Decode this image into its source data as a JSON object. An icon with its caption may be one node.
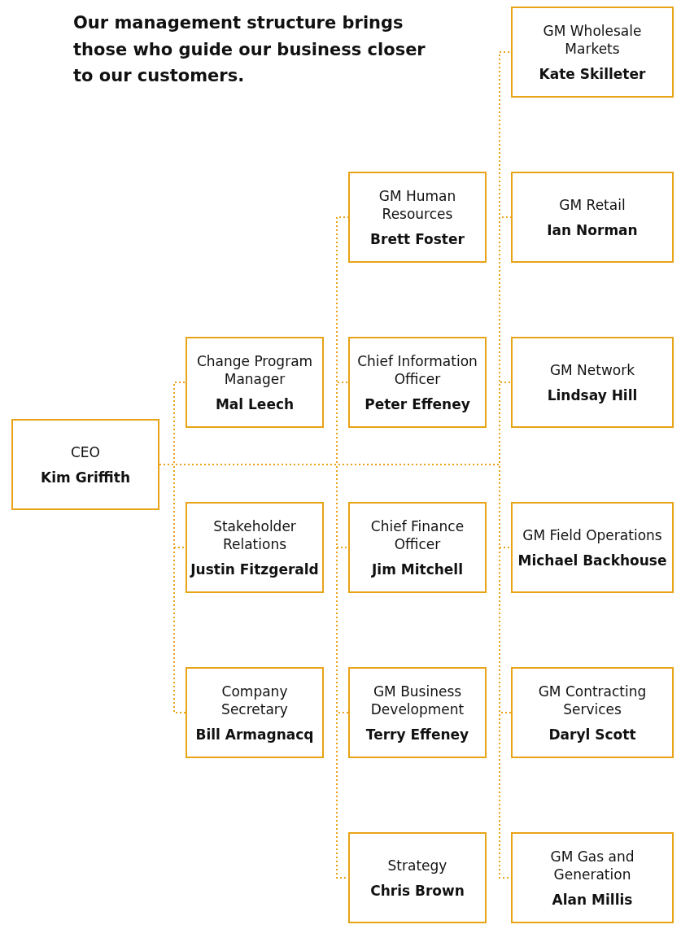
{
  "diagram": {
    "title": "Our management structure brings those who guide our business closer to our customers.",
    "nodes": [
      {
        "text": [
          "CEO",
          "Kim Griffith"
        ]
      },
      {
        "text": [
          "Change Program Manager",
          "Mal Leech"
        ]
      },
      {
        "text": [
          "Stakeholder Relations",
          "Justin Fitzgerald"
        ]
      },
      {
        "text": [
          "Company Secretary",
          "Bill Armagnacq"
        ]
      },
      {
        "text": [
          "GM Human Resources",
          "Brett Foster"
        ]
      },
      {
        "text": [
          "Chief Information Officer",
          "Peter Effeney"
        ]
      },
      {
        "text": [
          "Chief Finance Officer",
          "Jim Mitchell"
        ]
      },
      {
        "text": [
          "GM Business Development",
          "Terry Effeney"
        ]
      },
      {
        "text": [
          "Strategy",
          "Chris Brown"
        ]
      },
      {
        "text": [
          "GM Wholesale Markets",
          "Kate Skilleter"
        ]
      },
      {
        "text": [
          "GM Retail",
          "Ian Norman"
        ]
      },
      {
        "text": [
          "GM Network",
          "Lindsay Hill"
        ]
      },
      {
        "text": [
          "GM Field Operations",
          "Michael Backhouse"
        ]
      },
      {
        "text": [
          "GM Contracting Services",
          "Daryl Scott"
        ]
      },
      {
        "text": [
          "GM Gas and Generation",
          "Alan Millis"
        ]
      }
    ],
    "edges": [
      {
        "from": 0,
        "to": 1,
        "arrow": "none",
        "style": "dashed"
      },
      {
        "from": 0,
        "to": 2,
        "arrow": "none",
        "style": "dashed"
      },
      {
        "from": 0,
        "to": 3,
        "arrow": "none",
        "style": "dashed"
      },
      {
        "from": 0,
        "to": 4,
        "arrow": "none",
        "style": "dashed"
      },
      {
        "from": 0,
        "to": 5,
        "arrow": "none",
        "style": "dashed"
      },
      {
        "from": 0,
        "to": 6,
        "arrow": "none",
        "style": "dashed"
      },
      {
        "from": 0,
        "to": 7,
        "arrow": "none",
        "style": "dashed"
      },
      {
        "from": 0,
        "to": 8,
        "arrow": "none",
        "style": "dashed"
      },
      {
        "from": 0,
        "to": 9,
        "arrow": "none",
        "style": "dashed"
      },
      {
        "from": 0,
        "to": 10,
        "arrow": "none",
        "style": "dashed"
      },
      {
        "from": 0,
        "to": 11,
        "arrow": "none",
        "style": "dashed"
      },
      {
        "from": 0,
        "to": 12,
        "arrow": "none",
        "style": "dashed"
      },
      {
        "from": 0,
        "to": 13,
        "arrow": "none",
        "style": "dashed"
      },
      {
        "from": 0,
        "to": 14,
        "arrow": "none",
        "style": "dashed"
      }
    ]
  }
}
